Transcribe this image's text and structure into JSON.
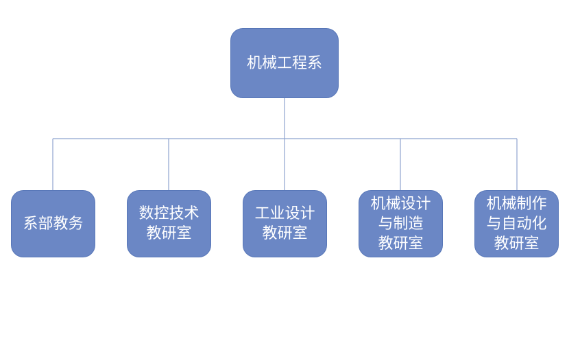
{
  "org_chart": {
    "root": {
      "label": "机械工程系"
    },
    "children": [
      {
        "label": "系部教务"
      },
      {
        "label": "数控技术\n教研室"
      },
      {
        "label": "工业设计\n教研室"
      },
      {
        "label": "机械设计\n与制造\n教研室"
      },
      {
        "label": "机械制作\n与自动化\n教研室"
      }
    ]
  },
  "colors": {
    "node_fill": "#6b87c5",
    "node_border": "#5877b8",
    "connector": "#8ea3cf",
    "text": "#ffffff"
  }
}
